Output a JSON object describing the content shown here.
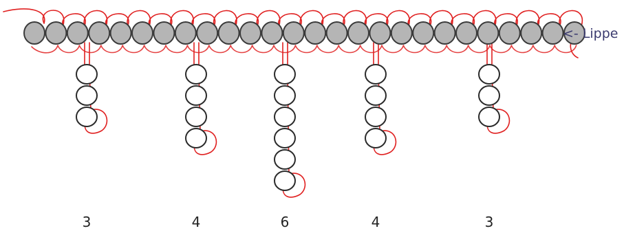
{
  "lip": {
    "label": "<- Lippe",
    "bead_count": 26
  },
  "drops": [
    {
      "count_label": "3",
      "beads": 3
    },
    {
      "count_label": "4",
      "beads": 4
    },
    {
      "count_label": "6",
      "beads": 6
    },
    {
      "count_label": "4",
      "beads": 4
    },
    {
      "count_label": "3",
      "beads": 3
    }
  ],
  "colors": {
    "lip_bead": "#b5b5b5",
    "drop_bead": "#ffffff",
    "thread": "#e02020"
  }
}
